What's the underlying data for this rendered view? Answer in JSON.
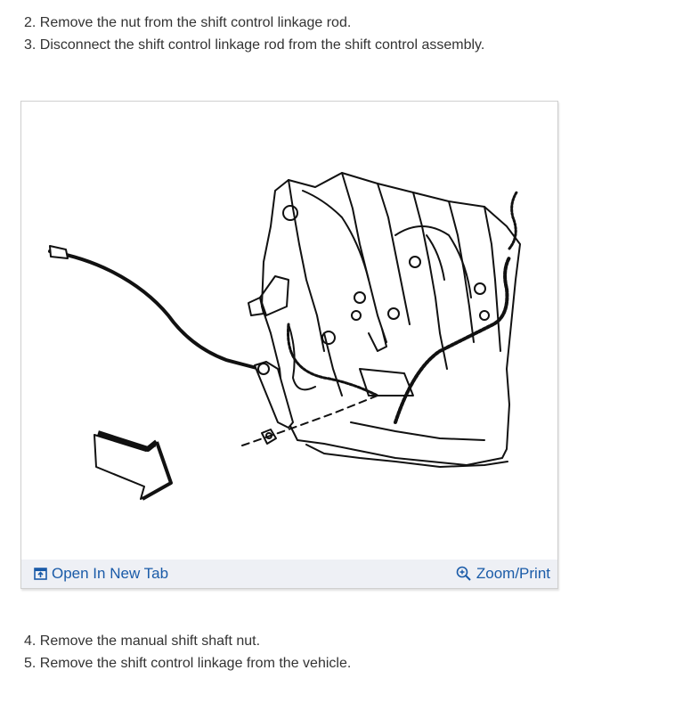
{
  "steps": [
    "2. Remove the nut from the shift control linkage rod.",
    "3. Disconnect the shift control linkage rod from the shift control assembly.",
    "4. Remove the manual shift shaft nut.",
    "5. Remove the shift control linkage from the vehicle."
  ],
  "figure": {
    "open_label": "Open In New Tab",
    "zoom_label": "Zoom/Print",
    "open_icon": "open-in-new-tab-icon",
    "zoom_icon": "zoom-in-icon",
    "link_color": "#1a5ba8"
  }
}
